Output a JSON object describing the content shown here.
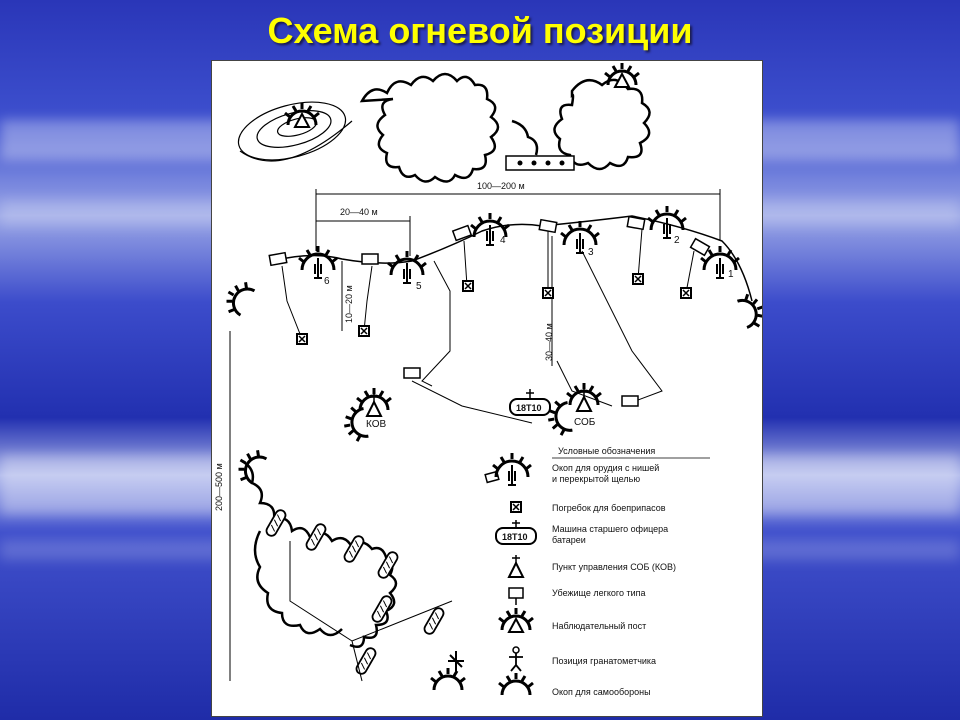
{
  "title": "Схема огневой позиции",
  "dimensions": {
    "d1": "100—200 м",
    "d2": "20—40 м",
    "d3": "10—20 м",
    "d4": "30—40 м",
    "d5": "200—500 м"
  },
  "guns": [
    "6",
    "5",
    "4",
    "3",
    "2",
    "1"
  ],
  "vehicle_label": "18Т10",
  "post_labels": {
    "left": "КОВ",
    "right": "СОБ"
  },
  "legend": {
    "title": "Условные обозначения",
    "items": [
      {
        "label1": "Окоп для орудия с нишей",
        "label2": "и перекрытой щелью"
      },
      {
        "label1": "Погребок для боеприпасов",
        "label2": ""
      },
      {
        "label1": "Машина старшего офицера",
        "label2": "батареи"
      },
      {
        "label1": "Пункт управления СОБ (КОВ)",
        "label2": ""
      },
      {
        "label1": "Убежище легкого типа",
        "label2": ""
      },
      {
        "label1": "Наблюдательный пост",
        "label2": ""
      },
      {
        "label1": "Позиция гранатометчика",
        "label2": ""
      },
      {
        "label1": "Окоп для самообороны",
        "label2": ""
      }
    ]
  }
}
